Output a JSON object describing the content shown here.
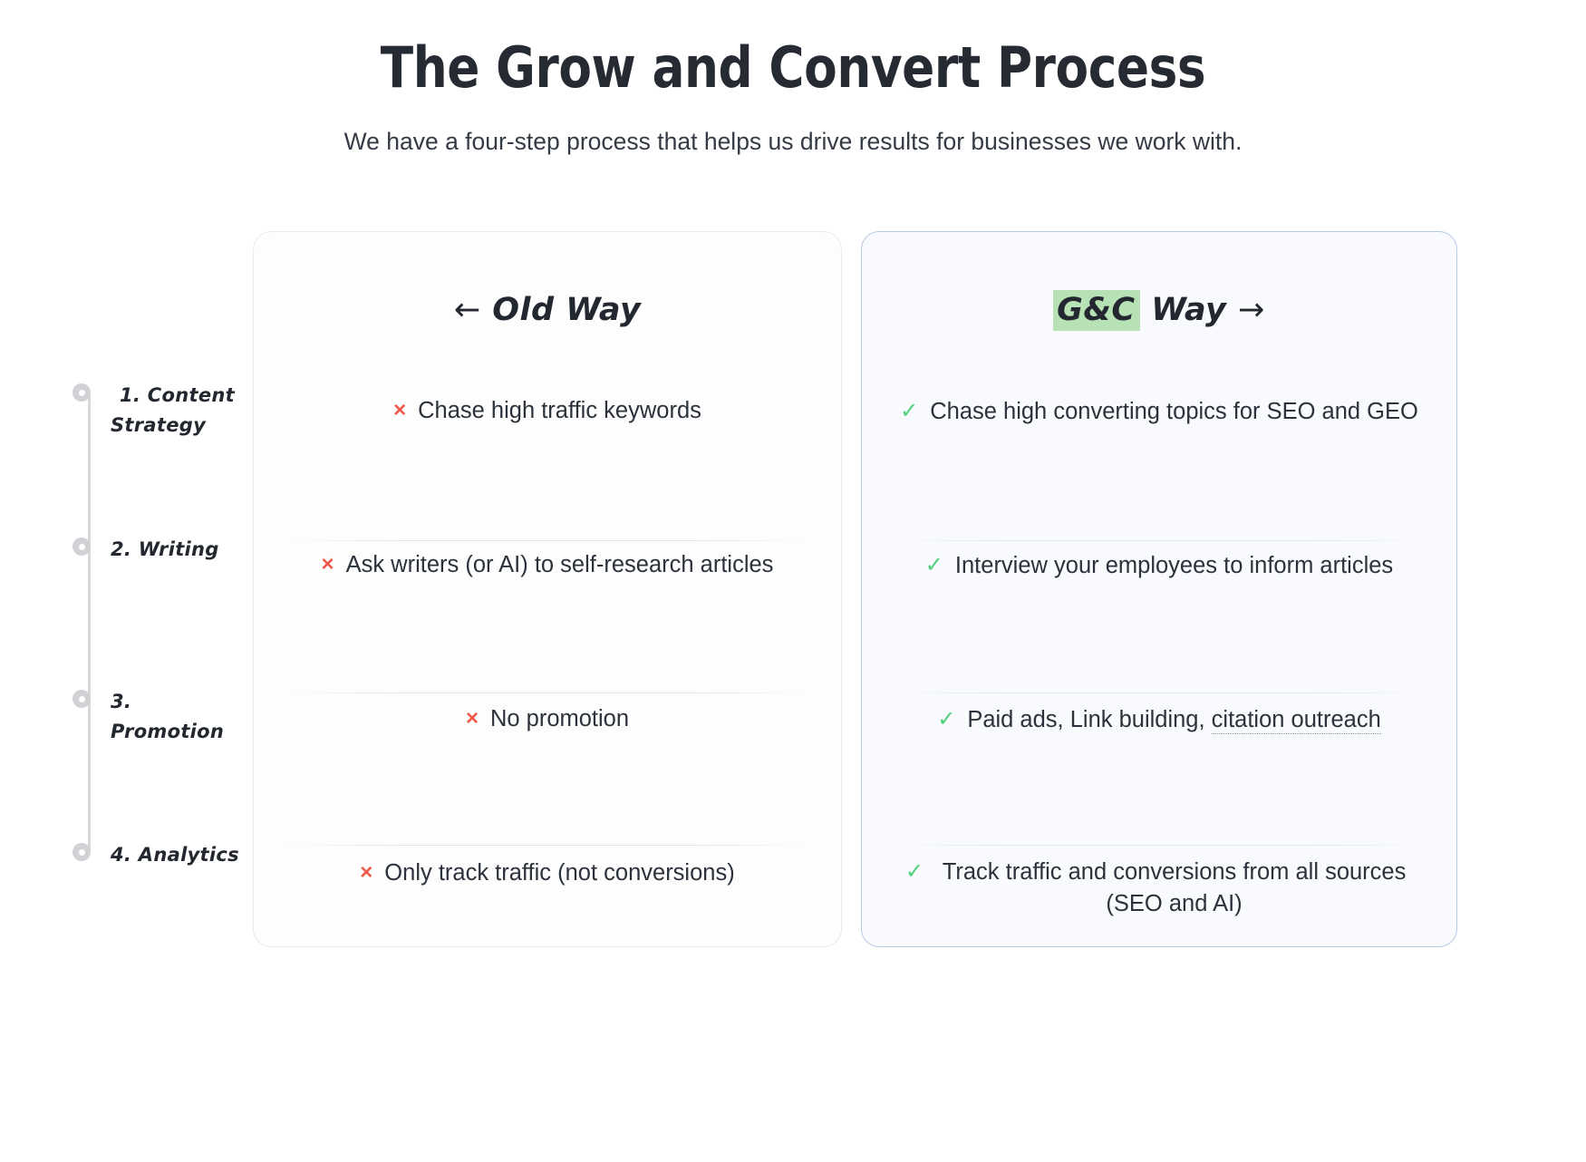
{
  "header": {
    "title": "The Grow and Convert Process",
    "subtitle": "We have a four-step process that helps us drive results for businesses we work with."
  },
  "timeline": {
    "steps": [
      {
        "label": "1.  Content\nStrategy"
      },
      {
        "label": "2. Writing"
      },
      {
        "label": "3. Promotion"
      },
      {
        "label": "4. Analytics"
      }
    ]
  },
  "cards": {
    "old": {
      "heading_arrow": "←",
      "heading_text": " Old Way",
      "mark": "×",
      "mark_color": "#f0594a",
      "rows": [
        "Chase high traffic keywords",
        "Ask writers (or AI) to self-research articles",
        "No promotion",
        "Only track traffic (not conversions)"
      ]
    },
    "new": {
      "heading_highlight": "G&C",
      "heading_text": " Way ",
      "heading_arrow": "→",
      "highlight_color": "#b7e2b5",
      "mark": "✓",
      "mark_color": "#4ed07c",
      "rows": [
        {
          "text": "Chase high converting topics for SEO and GEO"
        },
        {
          "text": "Interview your employees to inform articles"
        },
        {
          "text_before": "Paid ads, Link building, ",
          "text_link": "citation outreach"
        },
        {
          "text": "Track traffic and conversions from all sources (SEO and AI)"
        }
      ]
    }
  }
}
